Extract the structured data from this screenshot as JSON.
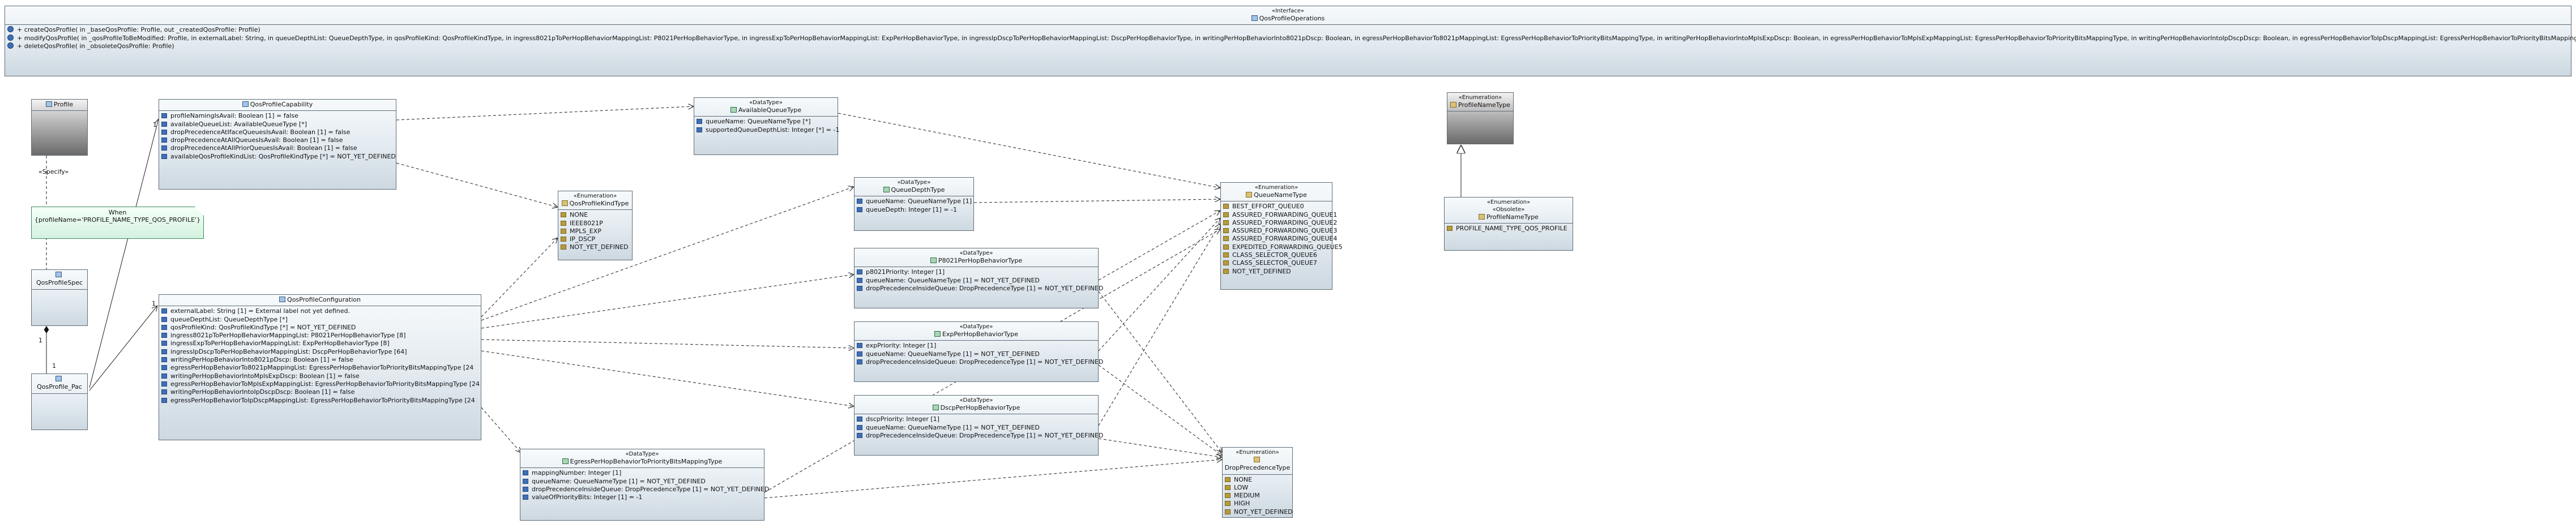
{
  "interface": {
    "stereotype": "«Interface»",
    "name": "QosProfileOperations",
    "operations": [
      "+ createQosProfile( in _baseQosProfile: Profile, out _createdQosProfile: Profile)",
      "+ modifyQosProfile( in _qosProfileToBeModified: Profile, in externalLabel: String, in queueDepthList: QueueDepthType, in qosProfileKind: QosProfileKindType, in ingress8021pToPerHopBehaviorMappingList: P8021PerHopBehaviorType, in ingressExpToPerHopBehaviorMappingList: ExpPerHopBehaviorType, in ingressIpDscpToPerHopBehaviorMappingList: DscpPerHopBehaviorType, in writingPerHopBehaviorInto8021pDscp: Boolean, in egressPerHopBehaviorTo8021pMappingList: EgressPerHopBehaviorToPriorityBitsMappingType, in writingPerHopBehaviorIntoMplsExpDscp: Boolean, in egressPerHopBehaviorToMplsExpMappingList: EgressPerHopBehaviorToPriorityBitsMappingType, in writingPerHopBehaviorIntoIpDscpDscp: Boolean, in egressPerHopBehaviorToIpDscpMappingList: EgressPerHopBehaviorToPriorityBitsMappingType)",
      "+ deleteQosProfile( in _obsoleteQosProfile: Profile)"
    ]
  },
  "profile": {
    "name": "Profile"
  },
  "qos_profile_spec": {
    "name": "QosProfileSpec"
  },
  "qos_profile_pac": {
    "name": "QosProfile_Pac"
  },
  "note": {
    "title": "When",
    "body": "{profileName='PROFILE_NAME_TYPE_QOS_PROFILE'}"
  },
  "specify_label": "«Specify»",
  "multiplicity": {
    "one_a": "1",
    "one_b": "1",
    "one_c": "1",
    "one_d": "1"
  },
  "capability": {
    "name": "QosProfileCapability",
    "attributes": [
      "profileNamingIsAvail: Boolean [1] = false",
      "availableQueueList: AvailableQueueType [*]",
      "dropPrecedenceAtIfaceQueuesIsAvail: Boolean [1] = false",
      "dropPrecedenceAtAllQueuesIsAvail: Boolean [1] = false",
      "dropPrecedenceAtAllPriorQueuesIsAvail: Boolean [1] = false",
      "availableQosProfileKindList: QosProfileKindType [*] = NOT_YET_DEFINED"
    ]
  },
  "configuration": {
    "name": "QosProfileConfiguration",
    "attributes": [
      "externalLabel: String [1] = External label not yet defined.",
      "queueDepthList: QueueDepthType [*]",
      "qosProfileKind: QosProfileKindType [*] = NOT_YET_DEFINED",
      "ingress8021pToPerHopBehaviorMappingList: P8021PerHopBehaviorType [8]",
      "ingressExpToPerHopBehaviorMappingList: ExpPerHopBehaviorType [8]",
      "ingressIpDscpToPerHopBehaviorMappingList: DscpPerHopBehaviorType [64]",
      "writingPerHopBehaviorInto8021pDscp: Boolean [1] = false",
      "egressPerHopBehaviorTo8021pMappingList: EgressPerHopBehaviorToPriorityBitsMappingType [24",
      "writingPerHopBehaviorIntoMplsExpDscp: Boolean [1] = false",
      "egressPerHopBehaviorToMplsExpMappingList: EgressPerHopBehaviorToPriorityBitsMappingType [24",
      "writingPerHopBehaviorIntoIpDscpDscp: Boolean [1] = false",
      "egressPerHopBehaviorToIpDscpMappingList: EgressPerHopBehaviorToPriorityBitsMappingType [24"
    ]
  },
  "kind_enum": {
    "stereotype": "«Enumeration»",
    "name": "QosProfileKindType",
    "literals": [
      "NONE",
      "IEEE8021P",
      "MPLS_EXP",
      "IP_DSCP",
      "NOT_YET_DEFINED"
    ]
  },
  "available_queue": {
    "stereotype": "«DataType»",
    "name": "AvailableQueueType",
    "attributes": [
      "queueName: QueueNameType [*]",
      "supportedQueueDepthList: Integer [*] = -1"
    ]
  },
  "queue_depth": {
    "stereotype": "«DataType»",
    "name": "QueueDepthType",
    "attributes": [
      "queueName: QueueNameType [1]",
      "queueDepth: Integer [1] = -1"
    ]
  },
  "p8021": {
    "stereotype": "«DataType»",
    "name": "P8021PerHopBehaviorType",
    "attributes": [
      "p8021Priority: Integer [1]",
      "queueName: QueueNameType [1] = NOT_YET_DEFINED",
      "dropPrecedenceInsideQueue: DropPrecedenceType [1] = NOT_YET_DEFINED"
    ]
  },
  "exp": {
    "stereotype": "«DataType»",
    "name": "ExpPerHopBehaviorType",
    "attributes": [
      "expPriority: Integer [1]",
      "queueName: QueueNameType [1] = NOT_YET_DEFINED",
      "dropPrecedenceInsideQueue: DropPrecedenceType [1] = NOT_YET_DEFINED"
    ]
  },
  "dscp": {
    "stereotype": "«DataType»",
    "name": "DscpPerHopBehaviorType",
    "attributes": [
      "dscpPriority: Integer [1]",
      "queueName: QueueNameType [1] = NOT_YET_DEFINED",
      "dropPrecedenceInsideQueue: DropPrecedenceType [1] = NOT_YET_DEFINED"
    ]
  },
  "egress": {
    "stereotype": "«DataType»",
    "name": "EgressPerHopBehaviorToPriorityBitsMappingType",
    "attributes": [
      "mappingNumber: Integer [1]",
      "queueName: QueueNameType [1] = NOT_YET_DEFINED",
      "dropPrecedenceInsideQueue: DropPrecedenceType [1] = NOT_YET_DEFINED",
      "valueOfPriorityBits: Integer [1] = -1"
    ]
  },
  "queue_name": {
    "stereotype": "«Enumeration»",
    "name": "QueueNameType",
    "literals": [
      "BEST_EFFORT_QUEUE0",
      "ASSURED_FORWARDING_QUEUE1",
      "ASSURED_FORWARDING_QUEUE2",
      "ASSURED_FORWARDING_QUEUE3",
      "ASSURED_FORWARDING_QUEUE4",
      "EXPEDITED_FORWARDING_QUEUE5",
      "CLASS_SELECTOR_QUEUE6",
      "CLASS_SELECTOR_QUEUE7",
      "NOT_YET_DEFINED"
    ]
  },
  "drop_precedence": {
    "stereotype": "«Enumeration»",
    "name": "DropPrecedenceType",
    "literals": [
      "NONE",
      "LOW",
      "MEDIUM",
      "HIGH",
      "NOT_YET_DEFINED"
    ]
  },
  "profile_name_enum": {
    "stereotype": "«Enumeration»",
    "name": "ProfileNameType"
  },
  "obsolete": {
    "stereotype": "«Enumeration»",
    "stereotype2": "«Obsolete»",
    "name": "ProfileNameType",
    "literals": [
      "PROFILE_NAME_TYPE_QOS_PROFILE"
    ]
  }
}
